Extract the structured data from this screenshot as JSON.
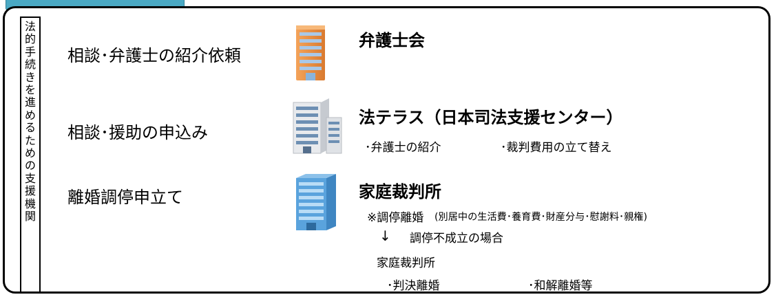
{
  "side_label": "法的手続きを進めるための支援機関",
  "rows": [
    {
      "label": "相談･弁護士の紹介依頼",
      "org": "弁護士会"
    },
    {
      "label": "相談･援助の申込み",
      "org": "法テラス（日本司法支援センター）",
      "items": [
        "･弁護士の紹介",
        "･裁判費用の立て替え"
      ]
    },
    {
      "label": "離婚調停申立て",
      "org": "家庭裁判所",
      "note_main": "※調停離婚",
      "note_paren": "(別居中の生活費･養育費･財産分与･慰謝料･親権)",
      "arrow": "↓",
      "fail_text": "調停不成立の場合",
      "court2": "家庭裁判所",
      "items2": [
        "･判決離婚",
        "･和解離婚等"
      ]
    }
  ],
  "icons": [
    "orange-building-icon",
    "gray-office-building-icon",
    "blue-office-building-icon"
  ]
}
